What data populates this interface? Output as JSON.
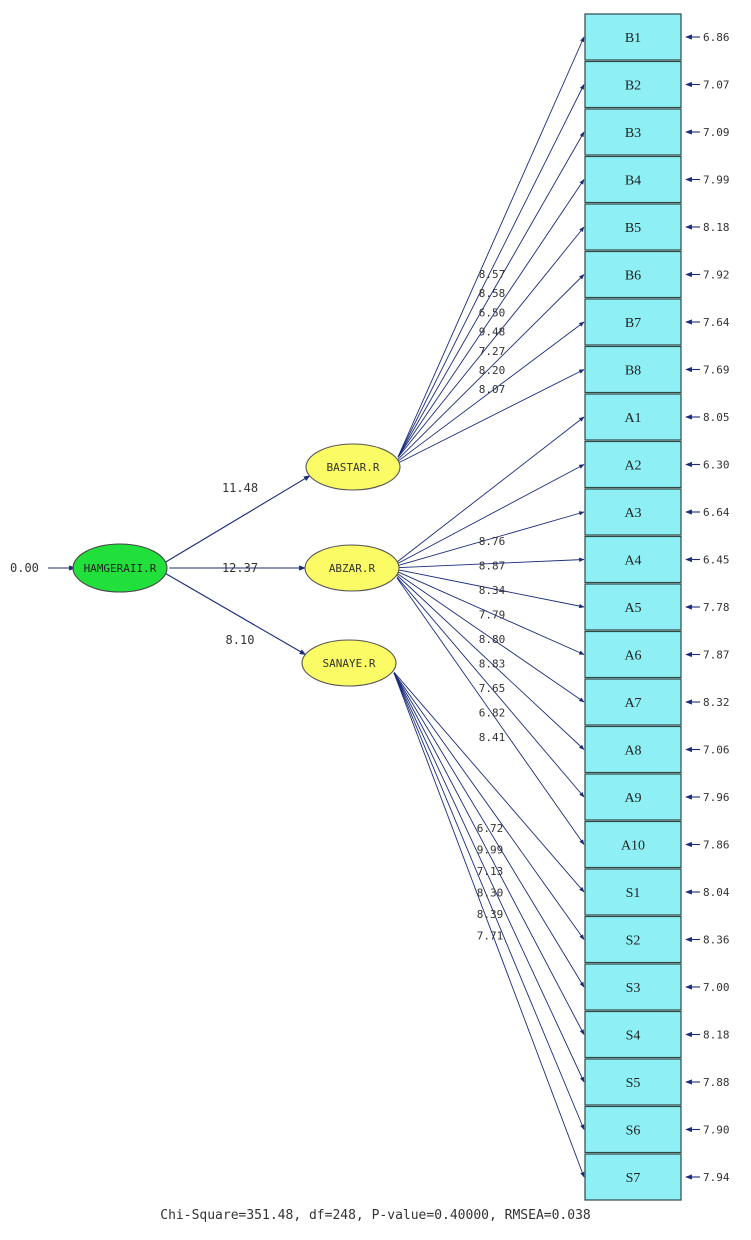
{
  "second_order": {
    "label": "HAMGERAII.R",
    "error": "0.00"
  },
  "first_order": [
    {
      "id": "bastar",
      "label": "BASTAR.R",
      "loading": "11.48"
    },
    {
      "id": "abzar",
      "label": "ABZAR.R",
      "loading": "12.37"
    },
    {
      "id": "sanaye",
      "label": "SANAYE.R",
      "loading": "8.10"
    }
  ],
  "indicators": [
    {
      "label": "B1",
      "error": "6.86",
      "parent": "bastar"
    },
    {
      "label": "B2",
      "error": "7.07",
      "parent": "bastar"
    },
    {
      "label": "B3",
      "error": "7.09",
      "parent": "bastar"
    },
    {
      "label": "B4",
      "error": "7.99",
      "parent": "bastar"
    },
    {
      "label": "B5",
      "error": "8.18",
      "parent": "bastar"
    },
    {
      "label": "B6",
      "error": "7.92",
      "parent": "bastar"
    },
    {
      "label": "B7",
      "error": "7.64",
      "parent": "bastar"
    },
    {
      "label": "B8",
      "error": "7.69",
      "parent": "bastar"
    },
    {
      "label": "A1",
      "error": "8.05",
      "parent": "abzar"
    },
    {
      "label": "A2",
      "error": "6.30",
      "parent": "abzar"
    },
    {
      "label": "A3",
      "error": "6.64",
      "parent": "abzar"
    },
    {
      "label": "A4",
      "error": "6.45",
      "parent": "abzar"
    },
    {
      "label": "A5",
      "error": "7.78",
      "parent": "abzar"
    },
    {
      "label": "A6",
      "error": "7.87",
      "parent": "abzar"
    },
    {
      "label": "A7",
      "error": "8.32",
      "parent": "abzar"
    },
    {
      "label": "A8",
      "error": "7.06",
      "parent": "abzar"
    },
    {
      "label": "A9",
      "error": "7.96",
      "parent": "abzar"
    },
    {
      "label": "A10",
      "error": "7.86",
      "parent": "abzar"
    },
    {
      "label": "S1",
      "error": "8.04",
      "parent": "sanaye"
    },
    {
      "label": "S2",
      "error": "8.36",
      "parent": "sanaye"
    },
    {
      "label": "S3",
      "error": "7.00",
      "parent": "sanaye"
    },
    {
      "label": "S4",
      "error": "8.18",
      "parent": "sanaye"
    },
    {
      "label": "S5",
      "error": "7.88",
      "parent": "sanaye"
    },
    {
      "label": "S6",
      "error": "7.90",
      "parent": "sanaye"
    },
    {
      "label": "S7",
      "error": "7.94",
      "parent": "sanaye"
    }
  ],
  "loading_labels": {
    "bastar": [
      "8.57",
      "8.58",
      "6.50",
      "9.48",
      "7.27",
      "8.20",
      "8.07"
    ],
    "abzar": [
      "8.76",
      "8.87",
      "8.34",
      "7.79",
      "8.80",
      "8.83",
      "7.65",
      "6.82",
      "8.41"
    ],
    "sanaye": [
      "6.72",
      "9.99",
      "7.13",
      "8.30",
      "8.39",
      "7.71"
    ]
  },
  "fit_statistics": "Chi-Square=351.48, df=248, P-value=0.40000, RMSEA=0.038",
  "colors": {
    "indicator_fill": "#8ef0f4",
    "first_order_fill": "#fbfb66",
    "second_order_fill": "#22e03c",
    "path": "#1a2c7a",
    "text": "#333333"
  }
}
